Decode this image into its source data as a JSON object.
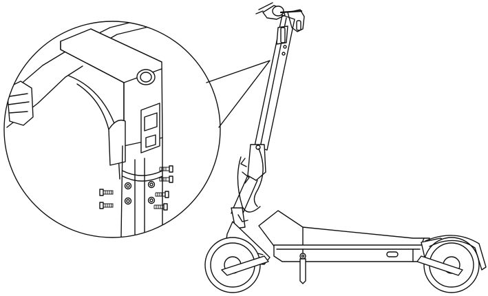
{
  "figure": {
    "subject": "electric-scooter",
    "detail_view": "folding-mechanism-screws",
    "screw_count": 6,
    "screw_holes": 4
  },
  "colors": {
    "line": "#111111",
    "background": "#ffffff"
  }
}
